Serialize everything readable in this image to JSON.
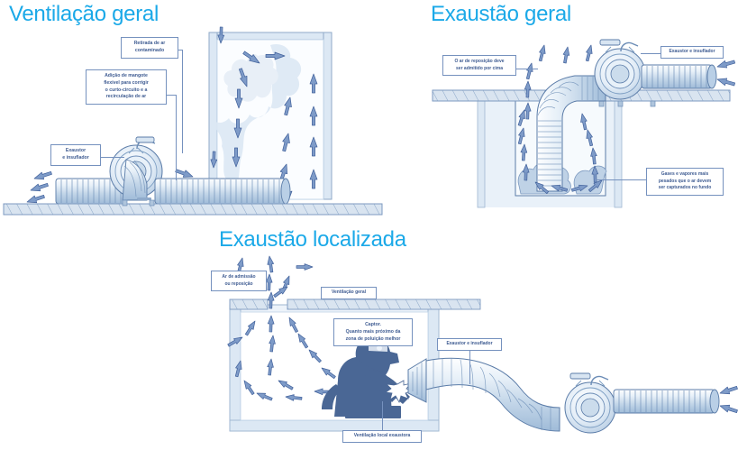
{
  "colors": {
    "title": "#1BA9E8",
    "callout_border": "#7591BE",
    "callout_text": "#3F5C92",
    "arrow_fill": "#7E9BC8",
    "arrow_stroke": "#41619B",
    "duct_light": "#EAF1F8",
    "duct_mid": "#BFD2E6",
    "duct_line": "#5B7CA8",
    "wall_fill": "#E6EEF7",
    "wall_line": "#8FA9C8",
    "floor_fill": "#D9E4F0",
    "floor_line": "#7D9AC0",
    "smoke": "#DCE8F4",
    "figure": "#486593"
  },
  "panels": [
    {
      "id": "ventilacao-geral",
      "title": "Ventilação geral",
      "callouts": [
        {
          "id": "retirada-ar",
          "text": "Retirada de ar\ncontaminado"
        },
        {
          "id": "adicao-mangote",
          "text": "Adição de mangote\nflexível para corrigir\no curto-circuito e a\nrecirculação de ar"
        },
        {
          "id": "exaustor-insuflador",
          "text": "Exaustor\ne insuflador"
        }
      ]
    },
    {
      "id": "exaustao-geral",
      "title": "Exaustão geral",
      "callouts": [
        {
          "id": "ar-reposicao",
          "text": "O ar de reposição deve\nser admitido por cima"
        },
        {
          "id": "exaustor-insuflador",
          "text": "Exaustor e insuflador"
        },
        {
          "id": "gases-vapores",
          "text": "Gases e vapores mais\npesados que o ar devem\nser capturados no fundo"
        }
      ]
    },
    {
      "id": "exaustao-localizada",
      "title": "Exaustão localizada",
      "callouts": [
        {
          "id": "ar-admissao",
          "text": "Ar de admissão\nou reposição"
        },
        {
          "id": "ventilacao-geral",
          "text": "Ventilação geral"
        },
        {
          "id": "captor",
          "text": "Captor.\nQuanto mais próximo da\nzona de poluição melhor"
        },
        {
          "id": "exaustor-insuflador",
          "text": "Exaustor e insuflador"
        },
        {
          "id": "ventilacao-local",
          "text": "Ventilação local exaustora"
        }
      ]
    }
  ]
}
